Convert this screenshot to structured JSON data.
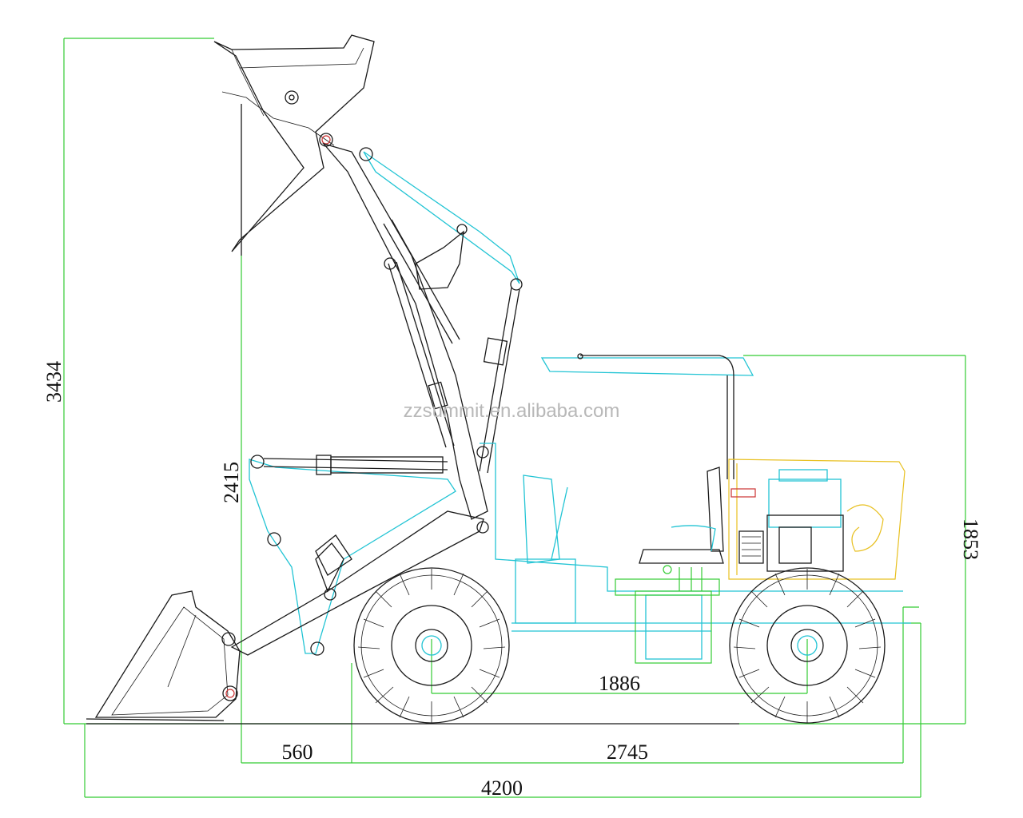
{
  "watermark": "zzsummit.en.alibaba.com",
  "dimensions": {
    "max_height": "3434",
    "lift_height": "2415",
    "canopy_height": "1853",
    "wheelbase": "1886",
    "front_overhang": "560",
    "axle_to_rear": "2745",
    "overall_length": "4200"
  },
  "colors": {
    "line": "#1a1a1a",
    "boom": "#22c4d4",
    "dimension": "#33cc33",
    "engine_hood": "#e8c020"
  }
}
